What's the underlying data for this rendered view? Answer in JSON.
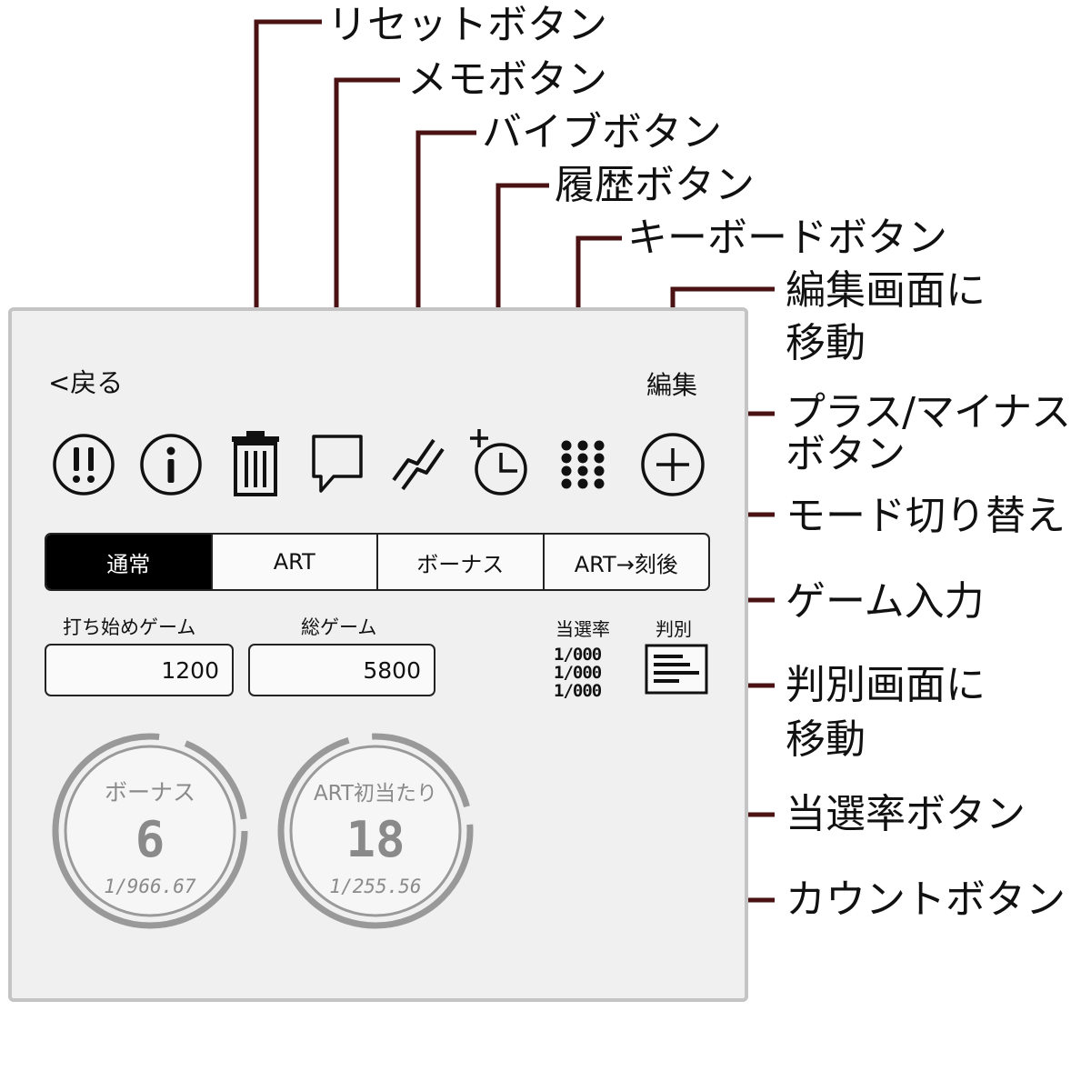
{
  "annotations": {
    "reset": "リセットボタン",
    "memo": "メモボタン",
    "vibe": "バイブボタン",
    "history": "履歴ボタン",
    "keyboard": "キーボードボタン",
    "edit_line1": "編集画面に",
    "edit_line2": "移動",
    "plusminus_line1": "プラス/マイナス",
    "plusminus_line2": "ボタン",
    "mode": "モード切り替え",
    "game_input": "ゲーム入力",
    "judge_line1": "判別画面に",
    "judge_line2": "移動",
    "rate": "当選率ボタン",
    "count": "カウントボタン"
  },
  "nav": {
    "back": "<戻る",
    "edit": "編集"
  },
  "toolbar_icons": [
    "double-exclamation-icon",
    "info-icon",
    "trash-icon",
    "speech-bubble-icon",
    "vibrate-icon",
    "history-icon",
    "keypad-icon",
    "plus-icon"
  ],
  "modes": [
    "通常",
    "ART",
    "ボーナス",
    "ART→刻後"
  ],
  "selected_mode": "通常",
  "fields": {
    "start_label": "打ち始めゲーム",
    "start_value": "1200",
    "total_label": "総ゲーム",
    "total_value": "5800"
  },
  "rate": {
    "label": "当選率",
    "line1": "1/000",
    "line2": "1/000",
    "line3": "1/000"
  },
  "judge": {
    "label": "判別"
  },
  "counters": [
    {
      "title": "ボーナス",
      "count": "6",
      "rate": "1/966.67"
    },
    {
      "title": "ART初当たり",
      "count": "18",
      "rate": "1/255.56"
    }
  ],
  "colors": {
    "leader": "#4a1212",
    "panel_bg": "#f0f0f0",
    "panel_border": "#c4c4c4",
    "counter_gray": "#8a8a8a"
  }
}
